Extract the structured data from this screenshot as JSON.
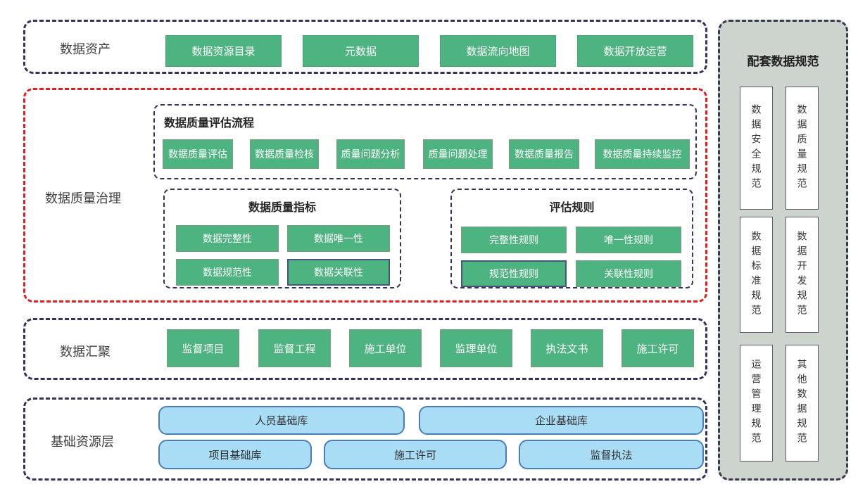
{
  "colors": {
    "node_green": "#4db381",
    "node_green_border": "#7f997f",
    "node_blue_fill": "#a9dcf5",
    "node_blue_border": "#4a7ebb",
    "frame_dash": "#33335c",
    "frame_dash_red": "#e02020",
    "sidebar_bg": "#cdd3cd",
    "node_text": "#ffffff"
  },
  "assets": {
    "label": "数据资产",
    "items": [
      "数据资源目录",
      "元数据",
      "数据流向地图",
      "数据开放运营"
    ]
  },
  "quality": {
    "label": "数据质量治理",
    "process": {
      "title": "数据质量评估流程",
      "items": [
        "数据质量评估",
        "数据质量检核",
        "质量问题分析",
        "质量问题处理",
        "数据质量报告",
        "数据质量持续监控"
      ]
    },
    "indicators": {
      "title": "数据质量指标",
      "items": [
        "数据完整性",
        "数据唯一性",
        "数据规范性",
        "数据关联性"
      ]
    },
    "rules": {
      "title": "评估规则",
      "items": [
        "完整性规则",
        "唯一性规则",
        "规范性规则",
        "关联性规则"
      ]
    }
  },
  "aggregation": {
    "label": "数据汇聚",
    "items": [
      "监督项目",
      "监督工程",
      "施工单位",
      "监理单位",
      "执法文书",
      "施工许可"
    ]
  },
  "foundation": {
    "label": "基础资源层",
    "row1": [
      "人员基础库",
      "企业基础库"
    ],
    "row2": [
      "项目基础库",
      "施工许可",
      "监督执法"
    ]
  },
  "sidebar": {
    "title": "配套数据规范",
    "items": [
      "数据安全规范",
      "数据质量规范",
      "数据标准规范",
      "数据开发规范",
      "运营管理规范",
      "其他数据规范"
    ]
  }
}
